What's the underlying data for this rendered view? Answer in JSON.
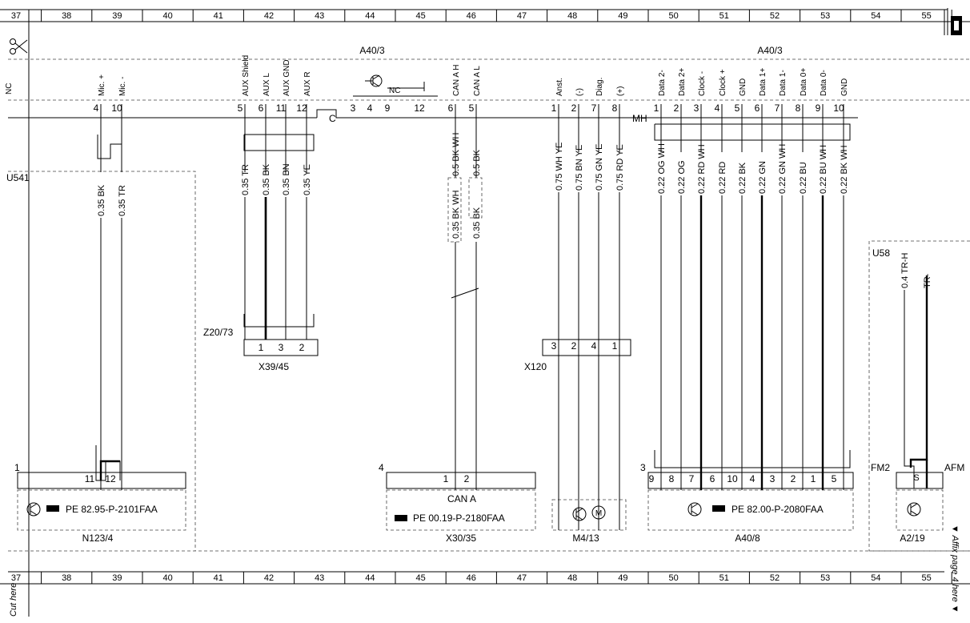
{
  "grid": {
    "columns": [
      "37",
      "38",
      "39",
      "40",
      "41",
      "42",
      "43",
      "44",
      "45",
      "46",
      "47",
      "48",
      "49",
      "50",
      "51",
      "52",
      "53",
      "54",
      "55"
    ]
  },
  "components": {
    "a40_3_left": "A40/3",
    "a40_3_right": "A40/3",
    "u541": "U541",
    "u58": "U58",
    "z20_73": "Z20/73",
    "x39_45": "X39/45",
    "x120": "X120",
    "c": "C",
    "mh": "MH",
    "fm2": "FM2",
    "afm": "AFM",
    "n123_4": "N123/4",
    "x30_35": "X30/35",
    "m4_13": "M4/13",
    "a40_8": "A40/8",
    "a2_19": "A2/19",
    "nc_left": "NC",
    "nc_mid": "NC",
    "can_a": "CAN A",
    "s_label": "S",
    "motor": "M",
    "num_1": "1",
    "num_4": "4",
    "num_3": "3"
  },
  "pe_refs": {
    "n123": "PE 82.95-P-2101FAA",
    "x30": "PE 00.19-P-2180FAA",
    "a40_8": "PE 82.00-P-2080FAA"
  },
  "signals_left": [
    "Mic. +",
    "Mic. -"
  ],
  "signals_aux": [
    "AUX Shield",
    "AUX L",
    "AUX GND",
    "AUX R"
  ],
  "signals_can": [
    "CAN A H",
    "CAN A L"
  ],
  "signals_diag": [
    "Anst.",
    "(-)",
    "Diag.",
    "(+)"
  ],
  "signals_data": [
    "Data 2-",
    "Data 2+",
    "Clock -",
    "Clock +",
    "GND",
    "Data 1+",
    "Data 1-",
    "Data 0+",
    "Data 0-",
    "GND"
  ],
  "pins_top": {
    "mic": [
      "4",
      "10"
    ],
    "aux": [
      "5",
      "6",
      "11",
      "12"
    ],
    "nc": [
      "3",
      "4",
      "9",
      "12"
    ],
    "can": [
      "6",
      "5"
    ],
    "diag": [
      "1",
      "2",
      "7",
      "8"
    ],
    "data": [
      "1",
      "2",
      "3",
      "4",
      "5",
      "6",
      "7",
      "8",
      "9",
      "10"
    ]
  },
  "wires": {
    "mic": [
      "0.35 BK",
      "0.35 TR"
    ],
    "aux": [
      "0.35 TR",
      "0.35 BK",
      "0.35 BN",
      "0.35 YE"
    ],
    "can_top": [
      "0.5 BK WH",
      "0.5 BK"
    ],
    "can_low": [
      "0.35 BK WH",
      "0.35 BK"
    ],
    "diag": [
      "0.75 WH YE",
      "0.75 BN YE",
      "0.75 GN YE",
      "0.75 RD YE"
    ],
    "data": [
      "0.22 OG WH",
      "0.22 OG",
      "0.22 RD WH",
      "0.22 RD",
      "0.22 BK",
      "0.22 GN",
      "0.22 GN WH",
      "0.22 BU",
      "0.22 BU WH",
      "0.22 BK WH"
    ],
    "u58": [
      "0.4 TR-H",
      "TR-"
    ]
  },
  "pins_bottom": {
    "x39": [
      "1",
      "3",
      "2"
    ],
    "x120": [
      "3",
      "2",
      "4",
      "1"
    ],
    "n123": [
      "11",
      "12"
    ],
    "x30": [
      "1",
      "2"
    ],
    "a40_8": [
      "9",
      "8",
      "7",
      "6",
      "10",
      "4",
      "3",
      "2",
      "1",
      "5"
    ]
  },
  "margin_notes": {
    "right": "▼ Affix page 4 here ▼",
    "left": "Cut here"
  }
}
